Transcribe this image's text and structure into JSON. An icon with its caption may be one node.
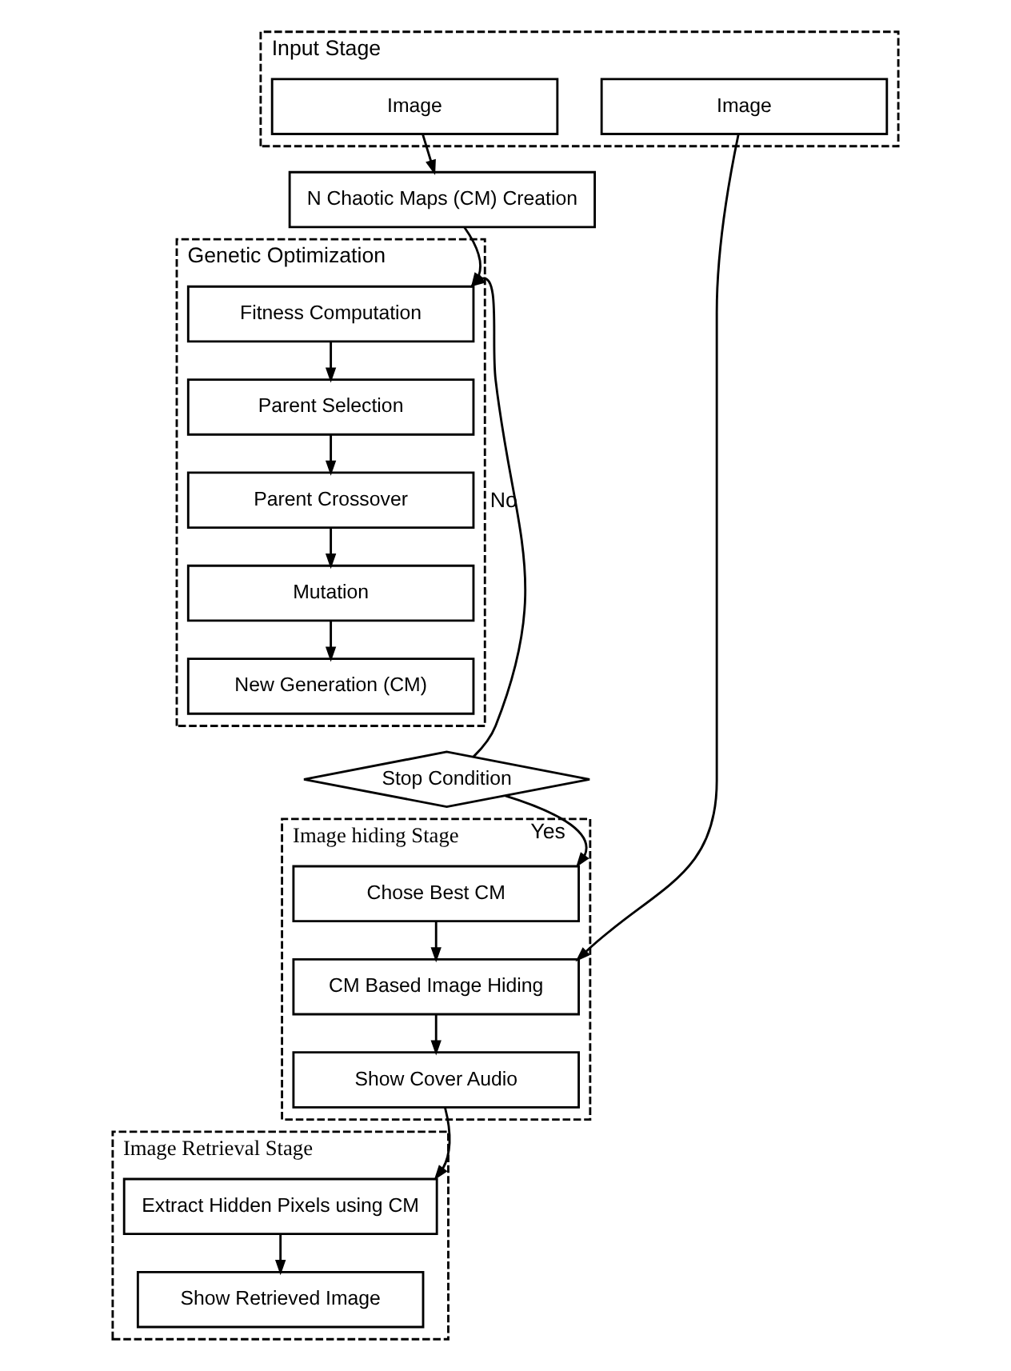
{
  "diagram": {
    "nodes": [
      {
        "text": [
          "Input Stage"
        ]
      },
      {
        "text": [
          "Image"
        ],
        "in": 0
      },
      {
        "text": [
          "Image"
        ],
        "in": 0
      },
      {
        "text": [
          "N Chaotic Maps (CM) Creation"
        ]
      },
      {
        "text": [
          "Genetic Optimization"
        ]
      },
      {
        "text": [
          "Fitness Computation"
        ],
        "in": 4
      },
      {
        "text": [
          "Parent Selection"
        ],
        "in": 4
      },
      {
        "text": [
          "Parent Crossover"
        ],
        "in": 4
      },
      {
        "text": [
          "Mutation"
        ],
        "in": 4
      },
      {
        "text": [
          "New Generation (CM)"
        ],
        "in": 4
      },
      {
        "text": [
          "Stop Condition"
        ]
      },
      {
        "text": [
          "Image hiding Stage"
        ]
      },
      {
        "text": [
          "Chose Best CM"
        ],
        "in": 11
      },
      {
        "text": [
          "CM Based Image Hiding"
        ],
        "in": 11
      },
      {
        "text": [
          "Show Cover Audio"
        ],
        "in": 11
      },
      {
        "text": [
          "Image Retrieval Stage"
        ]
      },
      {
        "text": [
          "Extract Hidden Pixels using CM"
        ],
        "in": 15
      },
      {
        "text": [
          "Show Retrieved Image"
        ],
        "in": 15
      }
    ],
    "edges": [
      {
        "from": 1,
        "to": 3,
        "arrow": "to"
      },
      {
        "from": 3,
        "to": 5,
        "arrow": "to"
      },
      {
        "from": 5,
        "to": 6,
        "arrow": "to"
      },
      {
        "from": 6,
        "to": 7,
        "arrow": "to"
      },
      {
        "from": 7,
        "to": 8,
        "arrow": "to"
      },
      {
        "from": 8,
        "to": 9,
        "arrow": "to"
      },
      {
        "from": 10,
        "to": 5,
        "label": "No",
        "arrow": "to"
      },
      {
        "from": 10,
        "to": 12,
        "label": "Yes",
        "arrow": "to"
      },
      {
        "from": 2,
        "to": 13,
        "arrow": "to"
      },
      {
        "from": 12,
        "to": 13,
        "arrow": "to"
      },
      {
        "from": 13,
        "to": 14,
        "arrow": "to"
      },
      {
        "from": 14,
        "to": 16,
        "arrow": "to"
      },
      {
        "from": 16,
        "to": 17,
        "arrow": "to"
      }
    ]
  }
}
